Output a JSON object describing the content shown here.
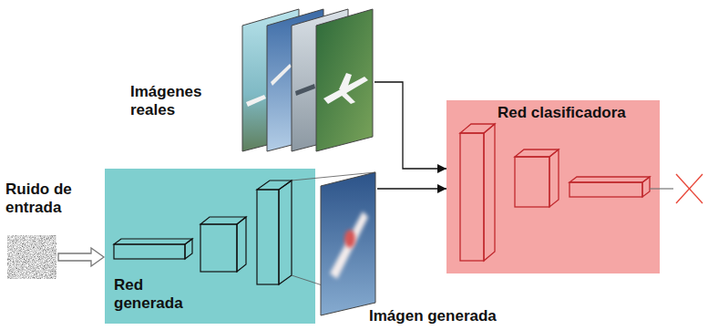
{
  "diagram": {
    "nodes": [
      {
        "text": [
          "Ruido de entrada"
        ]
      },
      {
        "text": [
          "Imágenes reales"
        ]
      },
      {
        "text": [
          "Red generada"
        ]
      },
      {
        "text": [
          "Imágen generada"
        ]
      },
      {
        "text": [
          "Red clasificadora"
        ]
      }
    ],
    "edges": [
      {
        "from": 0,
        "to": 2,
        "arrow": "to"
      },
      {
        "from": 1,
        "to": 4,
        "arrow": "to"
      },
      {
        "from": 3,
        "to": 4,
        "arrow": "to"
      }
    ]
  }
}
